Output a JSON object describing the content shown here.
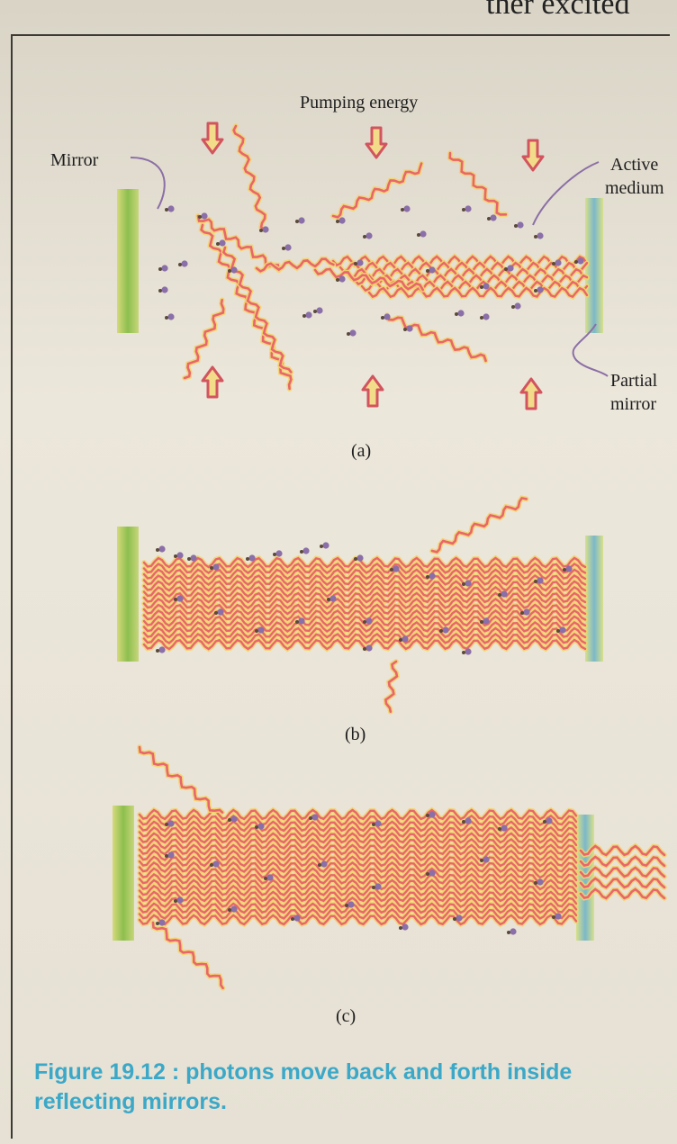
{
  "header_fragment": "ther excited",
  "labels": {
    "pumping_energy": "Pumping energy",
    "mirror": "Mirror",
    "active_medium_line1": "Active",
    "active_medium_line2": "medium",
    "partial_mirror_line1": "Partial",
    "partial_mirror_line2": "mirror"
  },
  "panels": [
    {
      "id": "a",
      "label": "(a)"
    },
    {
      "id": "b",
      "label": "(b)"
    },
    {
      "id": "c",
      "label": "(c)"
    }
  ],
  "caption": {
    "line1": "Figure 19.12 : photons move back and forth inside",
    "line2": "reflecting mirrors."
  },
  "colors": {
    "photon_wave": "#e8666c",
    "photon_glow": "#f2d36b",
    "mirror_green": "#8cbf4e",
    "partial_mirror_blue": "#7bb8c9",
    "arrow_outline": "#d2545e",
    "arrow_fill": "#f2dc8a",
    "atom": "#8a6fa8",
    "caption_blue": "#3ba8c8"
  }
}
